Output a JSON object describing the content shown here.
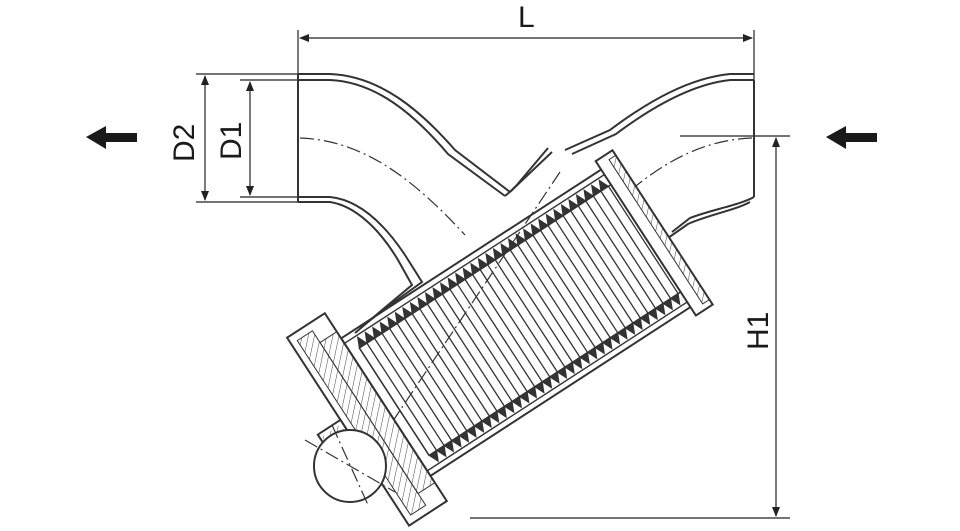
{
  "dimensions": {
    "length_label": "L",
    "outer_diameter_label": "D2",
    "inner_diameter_label": "D1",
    "height_label": "H1"
  },
  "flow": {
    "inlet_arrow": "arrow-left-icon",
    "outlet_arrow": "arrow-left-icon"
  }
}
